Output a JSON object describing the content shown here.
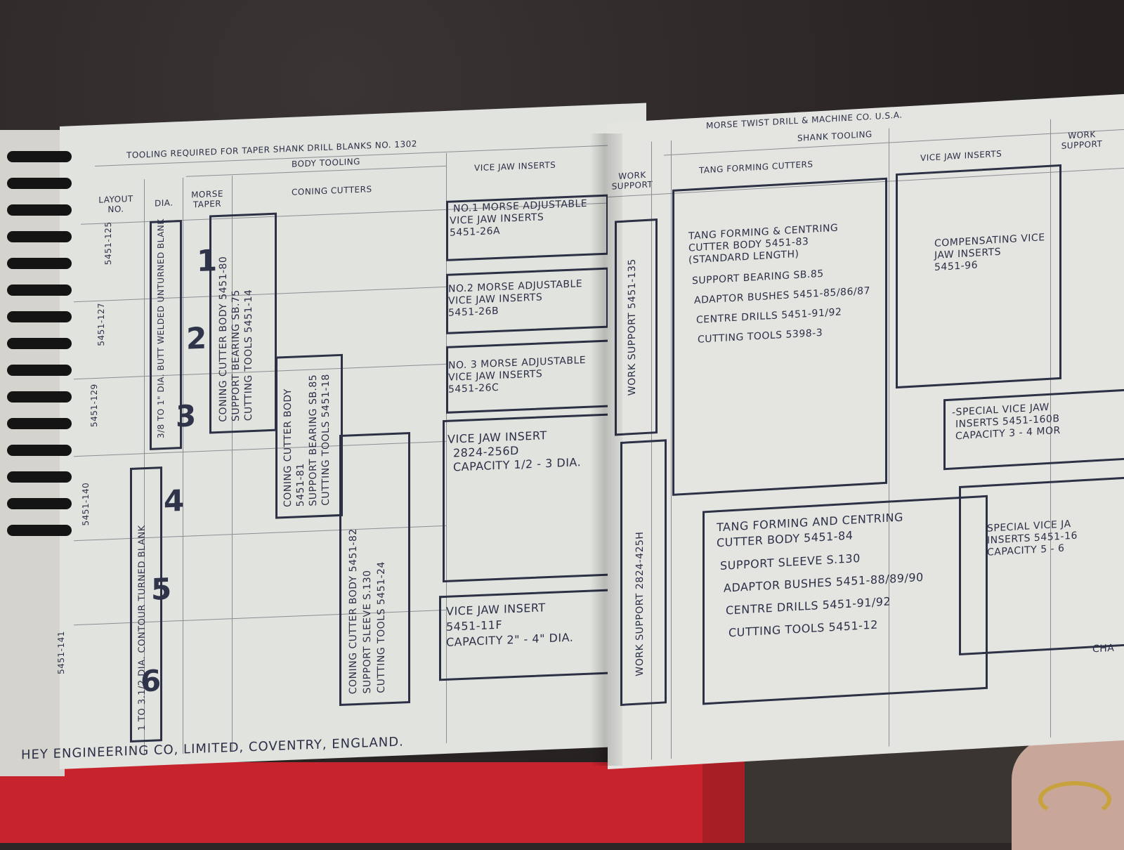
{
  "left_page": {
    "title": "TOOLING REQUIRED FOR TAPER SHANK DRILL BLANKS No. 1302",
    "header_body_tooling": "BODY TOOLING",
    "col_layout": "LAYOUT NO.",
    "col_dia": "DIA.",
    "col_morse": "MORSE TAPER",
    "col_coning": "CONING CUTTERS",
    "col_vice": "VICE JAW INSERTS",
    "layout_numbers": [
      "5451-125",
      "5451-127",
      "5451-129",
      "5451-140",
      "5451-141"
    ],
    "taper_numbers": [
      "1",
      "2",
      "3",
      "4",
      "5",
      "6"
    ],
    "dia_blank_1": "3/8 to 1\" DIA. BUTT WELDED UNTURNED BLANK",
    "dia_blank_2": "1 to 3.1/2 DIA. CONTOUR TURNED BLANK",
    "coning_1": [
      "CONING CUTTER BODY 5451-80",
      "SUPPORT BEARING SB.75",
      "CUTTING TOOLS 5451-14"
    ],
    "coning_2": [
      "CONING CUTTER BODY",
      "5451-81",
      "SUPPORT BEARING SB.85",
      "CUTTING TOOLS 5451-18"
    ],
    "coning_3": [
      "CONING CUTTER BODY 5451-82",
      "SUPPORT SLEEVE S.130",
      "CUTTING TOOLS 5451-24"
    ],
    "vice_1": [
      "No.1 MORSE ADJUSTABLE",
      "VICE JAW INSERTS",
      "5451-26A"
    ],
    "vice_2": [
      "No.2 MORSE ADJUSTABLE",
      "VICE JAW INSERTS",
      "5451-26B"
    ],
    "vice_3": [
      "No. 3 MORSE ADJUSTABLE",
      "VICE JAW INSERTS",
      "5451-26C"
    ],
    "vice_4": [
      "VICE JAW INSERT",
      "2824-256D",
      "CAPACITY 1/2 - 3 DIA."
    ],
    "vice_5": [
      "VICE JAW INSERT",
      "5451-11F",
      "CAPACITY 2\" - 4\" DIA."
    ],
    "footer": "HEY ENGINEERING CO, LIMITED, COVENTRY, ENGLAND."
  },
  "right_page": {
    "title": "MORSE TWIST DRILL & MACHINE CO. U.S.A.",
    "header_shank": "SHANK TOOLING",
    "col_work_support": "WORK SUPPORT",
    "col_tang": "TANG FORMING CUTTERS",
    "col_vice": "VICE JAW INSERTS",
    "col_work_support_2": "WORK SUPPORT",
    "work_support_1": "WORK SUPPORT 5451-135",
    "work_support_2": "WORK SUPPORT 2824-425H",
    "tang_1": [
      "TANG FORMING & CENTRING",
      "CUTTER BODY 5451-83",
      "(STANDARD LENGTH)",
      "SUPPORT BEARING SB.85",
      "ADAPTOR BUSHES 5451-85/86/87",
      "CENTRE DRILLS 5451-91/92",
      "CUTTING TOOLS 5398-3"
    ],
    "tang_2": [
      "TANG FORMING AND CENTRING",
      "CUTTER BODY 5451-84",
      "SUPPORT SLEEVE S.130",
      "ADAPTOR BUSHES 5451-88/89/90",
      "CENTRE DRILLS 5451-91/92",
      "CUTTING TOOLS 5451-12"
    ],
    "rvice_1": [
      "COMPENSATING VICE",
      "JAW INSERTS",
      "5451-96"
    ],
    "rvice_2": [
      "-SPECIAL VICE JAW",
      "INSERTS 5451-160B",
      "CAPACITY 3 - 4 MOR"
    ],
    "rvice_3": [
      "SPECIAL VICE JA",
      "INSERTS 5451-16",
      "CAPACITY 5 - 6"
    ],
    "corner_text": "CHA"
  }
}
